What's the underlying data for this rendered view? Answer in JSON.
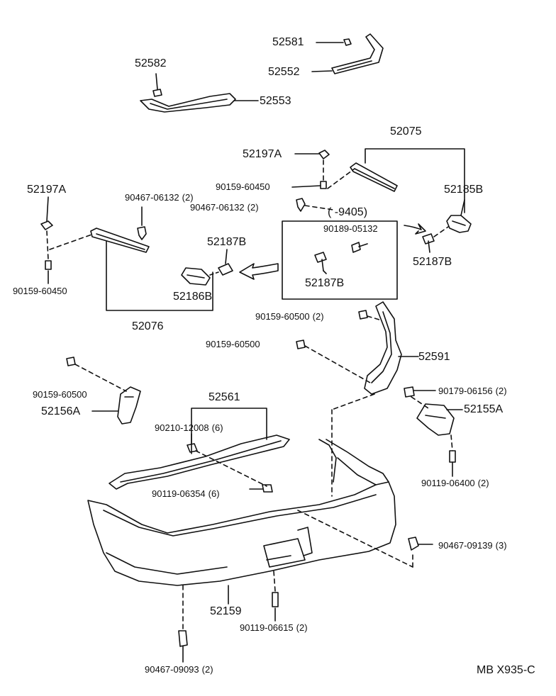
{
  "labels": {
    "l52581": "52581",
    "l52552": "52552",
    "l52582": "52582",
    "l52553": "52553",
    "l52075": "52075",
    "l52197A_top": "52197A",
    "l90159_60450_a": "90159-60450",
    "l90467_06132_a": "90467-06132",
    "l52185B": "52185B",
    "l52197A_left": "52197A",
    "l90467_06132_b": "90467-06132",
    "l9405": "(      -9405)",
    "l90189_05132": "90189-05132",
    "l52187B_a": "52187B",
    "l52187B_b": "52187B",
    "l52187B_c": "52187B",
    "l52186B": "52186B",
    "l90159_60450_b": "90159-60450",
    "l52076": "52076",
    "l90159_60500_a": "90159-60500",
    "l90159_60500_b": "90159-60500",
    "l52591": "52591",
    "l90159_60500_c": "90159-60500",
    "l52156A": "52156A",
    "l52561": "52561",
    "l90210_12008": "90210-12008",
    "l90179_06156": "90179-06156",
    "l52155A": "52155A",
    "l90119_06354": "90119-06354",
    "l90119_06400": "90119-06400",
    "l90467_09139": "90467-09139",
    "l52159": "52159",
    "l90119_06615": "90119-06615",
    "l90467_09093": "90467-09093",
    "ref": "MB X935-C"
  },
  "quantities": {
    "q90467_06132_a": "(2)",
    "q90467_06132_b": "(2)",
    "q90159_60500_a": "(2)",
    "q90210_12008": "(6)",
    "q90179_06156": "(2)",
    "q90119_06354": "(6)",
    "q90119_06400": "(2)",
    "q90467_09139": "(3)",
    "q90119_06615": "(2)",
    "q90467_09093": "(2)"
  }
}
